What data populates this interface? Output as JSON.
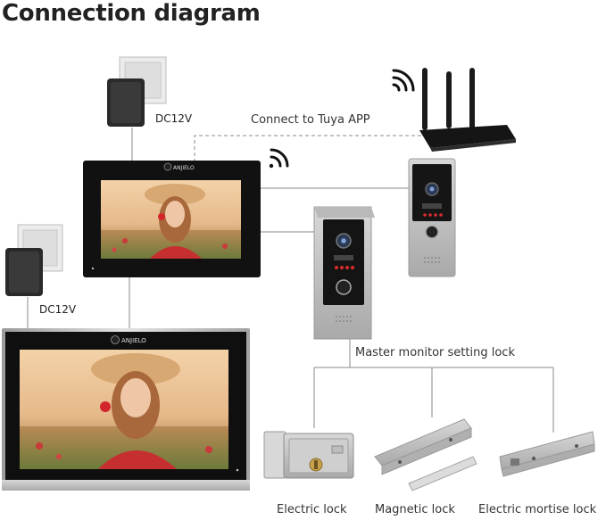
{
  "title": "Connection diagram",
  "brand": "ANJIELO",
  "labels": {
    "dc_top": "DC12V",
    "dc_bottom": "DC12V",
    "tuya": "Connect to Tuya APP",
    "master_lock": "Master monitor setting lock"
  },
  "locks": [
    {
      "name": "Electric lock"
    },
    {
      "name": "Magnetic lock"
    },
    {
      "name": "Electric mortise lock"
    }
  ],
  "colors": {
    "line": "#8a8a8a",
    "monitor_frame": "#111111",
    "silver": "#c9c9c9",
    "accent_red": "#d92b2b"
  }
}
